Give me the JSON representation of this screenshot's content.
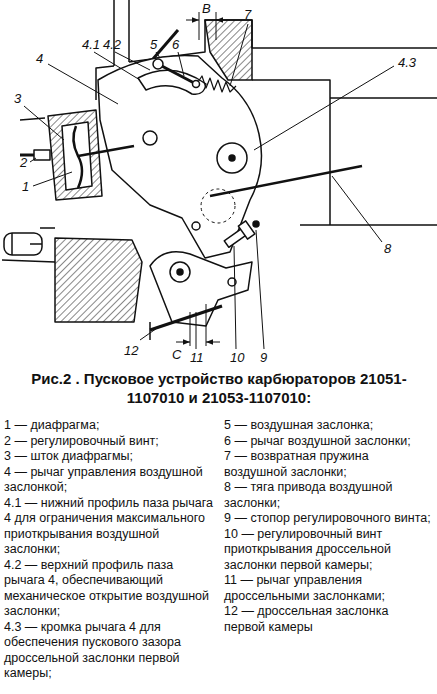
{
  "diagram": {
    "caption": "Рис.2 . Пусковое устройство карбюраторов 21051-1107010 и 21053-1107010:",
    "labels": [
      "4.1",
      "4.2",
      "5",
      "6",
      "В",
      "7",
      "4",
      "3",
      "4.3",
      "2",
      "1",
      "8",
      "12",
      "С",
      "11",
      "10",
      "9",
      "1 — диафрагма;",
      "2 — регулировочный винт;",
      "3 — шток диафрагмы;",
      "4 — рычаг управления воздушной заслонкой;",
      "4.1 — нижний профиль паза рычага 4 для ограничения максимального приоткрывания воздушной заслонки;",
      "4.2 — верхний профиль паза рычага 4, обеспечивающий механическое открытие воздушной заслонки;",
      "4.3 — кромка рычага 4 для обеспечения пускового зазора дроссельной заслонки первой камеры;",
      "5 — воздушная заслонка;",
      "6 — рычаг воздушной заслонки;",
      "7 — возвратная пружина воздушной заслонки;",
      "8 — тяга привода воздушной заслонки;",
      "9 — стопор регулировочного винта;",
      "10 — регулировочный винт приоткрывания дроссельной заслонки первой камеры;",
      "11 — рычаг управления дроссельными заслонками;",
      "12 — дроссельная заслонка первой камеры"
    ]
  }
}
